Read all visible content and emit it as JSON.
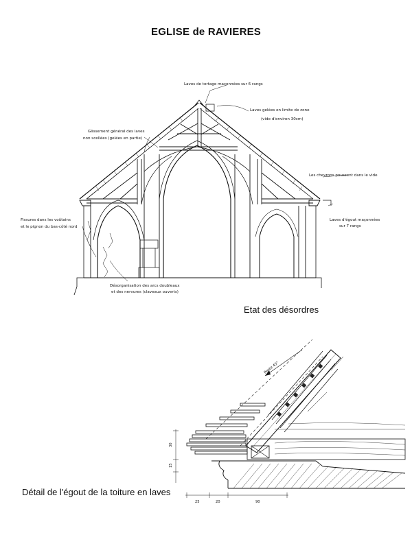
{
  "title": "EGLISE de RAVIERES",
  "section": {
    "caption": "Etat des désordres",
    "notes": {
      "tortage": "Laves de tortage maçonnées sur 6 rangs",
      "gelees_1": "Laves gelées en limite de zone",
      "gelees_2": "(vide d'environ 30cm)",
      "glissement_1": "Glissement général des laves",
      "glissement_2": "non scellées (gelées en partie)",
      "chevrons": "Les chevrons poussent dans le vide",
      "fissures_1": "Fissures dans les voûtains",
      "fissures_2": "et le pignon du bas-côté nord",
      "egout_1": "Laves d'égout maçonnées",
      "egout_2": "sur 7 rangs",
      "desorg_1": "Désorganisation des arcs doubleaux",
      "desorg_2": "et des nervures (claveaux ouverts)"
    }
  },
  "detail": {
    "caption": "Détail de l'égout de la toiture en laves",
    "pente": "Pente 45°",
    "dims_bottom": [
      "25",
      "20",
      "90"
    ],
    "dims_left": [
      "30",
      "15"
    ]
  }
}
